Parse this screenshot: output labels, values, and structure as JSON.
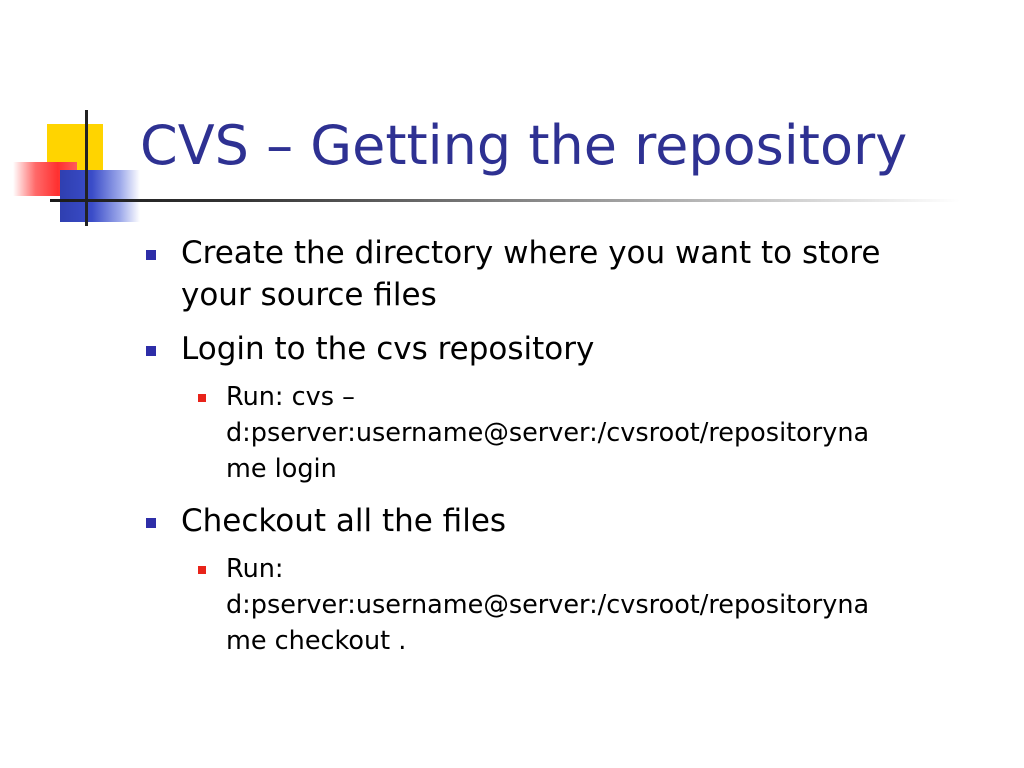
{
  "slide": {
    "title": "CVS – Getting the repository",
    "colors": {
      "title": "#2e3192",
      "bullet_level1": "#2e2ea8",
      "bullet_level2": "#e8231a",
      "deco_yellow": "#ffd400",
      "deco_red": "#ff3030",
      "deco_blue": "#2f3fb0"
    },
    "bullets": [
      {
        "text_line1": "Create the directory where you want to store",
        "text_line2": "your source files"
      },
      {
        "text": "Login to the cvs repository",
        "sub": {
          "line1": "Run: cvs –",
          "line2": "d:pserver:username@server:/cvsroot/repositoryna",
          "line3": "me login"
        }
      },
      {
        "text": "Checkout all the files",
        "sub": {
          "line1": "Run:",
          "line2": "d:pserver:username@server:/cvsroot/repositoryna",
          "line3": "me checkout ."
        }
      }
    ]
  }
}
